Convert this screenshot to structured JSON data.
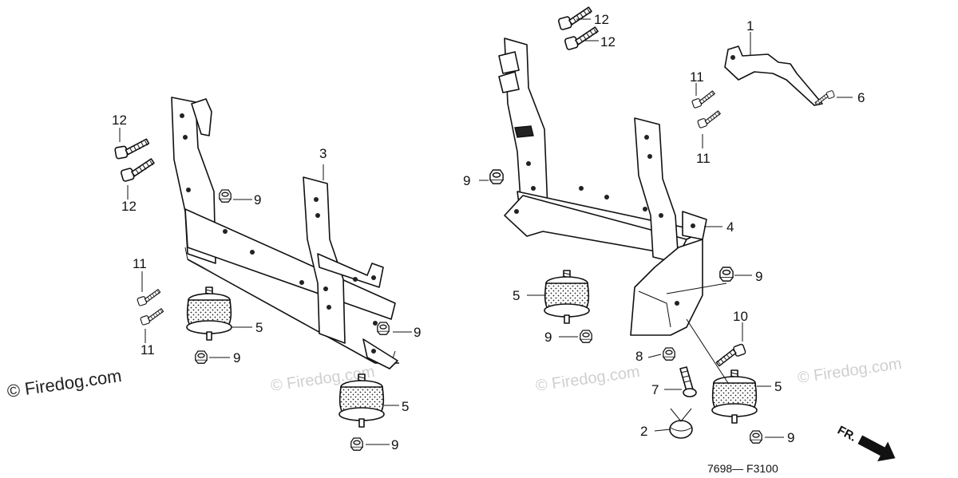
{
  "callouts": {
    "n1": "1",
    "n2": "2",
    "n3": "3",
    "n4": "4",
    "n5": "5",
    "n6": "6",
    "n7": "7",
    "n8": "8",
    "n9": "9",
    "n10": "10",
    "n11": "11",
    "n12": "12"
  },
  "watermark": {
    "main": "© Firedog.com",
    "faint": "© Firedog.com"
  },
  "diagram_code": "7698— F3100",
  "front_arrow": "FR."
}
